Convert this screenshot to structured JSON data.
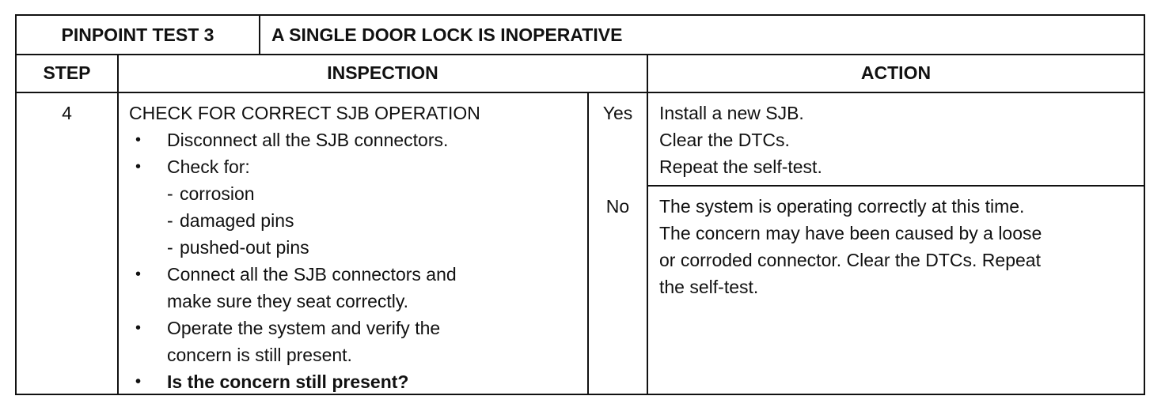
{
  "test": {
    "label": "PINPOINT TEST 3",
    "title": "A SINGLE DOOR LOCK IS INOPERATIVE"
  },
  "columns": {
    "step": "STEP",
    "inspection": "INSPECTION",
    "action": "ACTION"
  },
  "row": {
    "step": "4",
    "heading": "CHECK FOR CORRECT SJB OPERATION",
    "bullet1": "Disconnect all the SJB connectors.",
    "bullet2": "Check for:",
    "sub1": "corrosion",
    "sub2": "damaged pins",
    "sub3": "pushed-out pins",
    "bullet3_l1": "Connect all the SJB connectors and",
    "bullet3_l2": "make sure they seat correctly.",
    "bullet4_l1": "Operate the system and verify the",
    "bullet4_l2": "concern is still present.",
    "question": "Is the concern still present?",
    "yes_label": "Yes",
    "yes_l1": "Install a new SJB.",
    "yes_l2": "Clear the DTCs.",
    "yes_l3": "Repeat the self-test.",
    "no_label": "No",
    "no_l1": "The system is operating correctly at this time.",
    "no_l2": "The concern may have been caused by a loose",
    "no_l3": "or corroded connector. Clear the DTCs. Repeat",
    "no_l4": "the self-test."
  }
}
